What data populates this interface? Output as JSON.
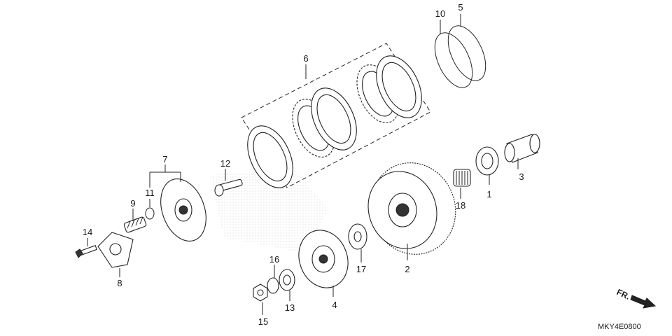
{
  "diagram": {
    "callouts": [
      "1",
      "2",
      "3",
      "4",
      "5",
      "6",
      "7",
      "8",
      "9",
      "10",
      "11",
      "12",
      "13",
      "14",
      "15",
      "16",
      "17",
      "18"
    ],
    "direction_label": "FR.",
    "diagram_code": "MKY4E0800"
  }
}
